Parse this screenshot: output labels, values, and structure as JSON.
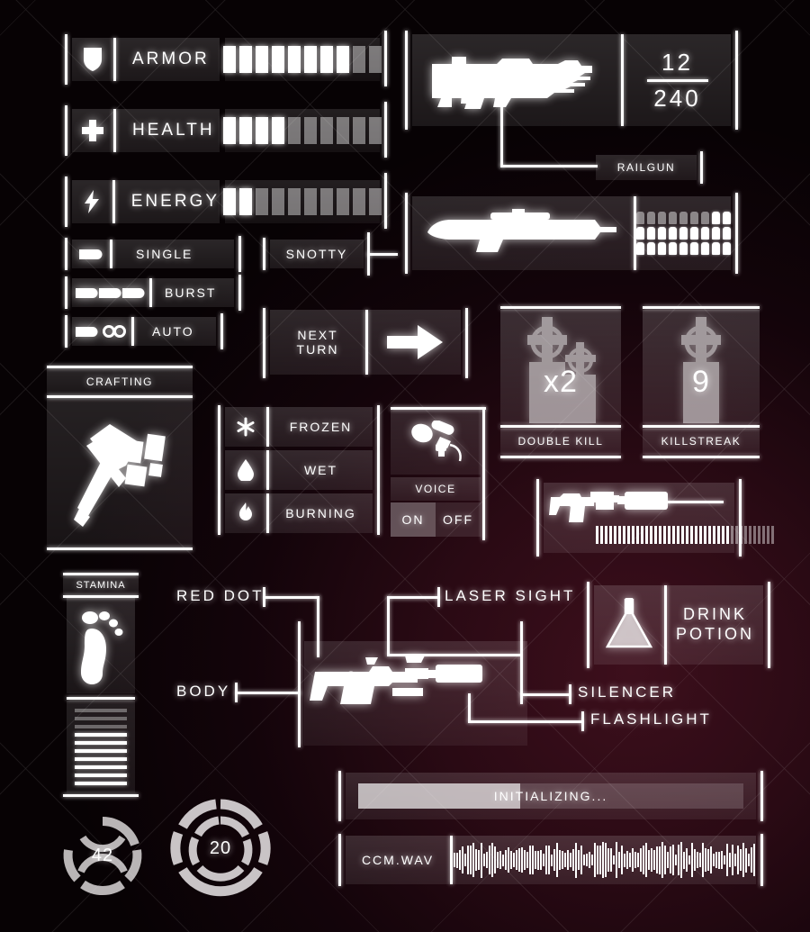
{
  "theme": {
    "accent": "#ffffff",
    "bg_dark": "#050204",
    "bg_maroon": "#3d0f1c",
    "panel_fill": "rgba(255,255,255,0.13)"
  },
  "stats": [
    {
      "label": "ARMOR",
      "icon": "shield-icon",
      "segments": 10,
      "filled": 8
    },
    {
      "label": "HEALTH",
      "icon": "cross-icon",
      "segments": 10,
      "filled": 4
    },
    {
      "label": "ENERGY",
      "icon": "lightning-icon",
      "segments": 10,
      "filled": 2
    }
  ],
  "fire_modes": [
    {
      "label": "SINGLE",
      "icon": "one-bullet-icon"
    },
    {
      "label": "BURST",
      "icon": "three-bullets-icon"
    },
    {
      "label": "AUTO",
      "icon": "infinity-bullet-icon"
    }
  ],
  "tag": {
    "label": "SNOTTY"
  },
  "weapons": {
    "railgun": {
      "name": "RAILGUN",
      "icon": "railgun-icon",
      "ammo_clip": "12",
      "ammo_reserve": "240"
    },
    "sniper": {
      "icon": "sniper-rifle-icon",
      "shells_total": 27,
      "shells_spent": 7
    },
    "smg": {
      "icon": "silenced-pistol-icon",
      "ammo_ticks": 40,
      "ammo_ticks_filled": 30
    }
  },
  "next_turn": {
    "label": "NEXT\nTURN",
    "line1": "NEXT",
    "line2": "TURN",
    "icon": "arrow-right-icon"
  },
  "crafting": {
    "title": "CRAFTING",
    "icon": "hammer-icon"
  },
  "status_effects": [
    {
      "label": "FROZEN",
      "icon": "snowflake-icon"
    },
    {
      "label": "WET",
      "icon": "water-drop-icon"
    },
    {
      "label": "BURNING",
      "icon": "flame-icon"
    }
  ],
  "voice": {
    "title": "VOICE",
    "icon": "microphone-icon",
    "on_label": "ON",
    "off_label": "OFF",
    "selected": "ON"
  },
  "kills": [
    {
      "title": "DOUBLE KILL",
      "value": "x2",
      "icon": "double-gravestone-icon"
    },
    {
      "title": "KILLSTREAK",
      "value": "9",
      "icon": "gravestone-icon"
    }
  ],
  "stamina": {
    "title": "STAMINA",
    "icon": "footprint-icon",
    "ticks": 10,
    "ticks_filled": 7
  },
  "gauges": [
    {
      "value": "42",
      "name": "gauge-left",
      "segments": 12,
      "filled": 7
    },
    {
      "value": "20",
      "name": "gauge-right",
      "segments": 12,
      "filled": 12
    }
  ],
  "attachments": {
    "weapon_icon": "pistol-attachments-icon",
    "labels": [
      {
        "id": "red-dot",
        "text": "RED DOT"
      },
      {
        "id": "laser-sight",
        "text": "LASER SIGHT"
      },
      {
        "id": "body",
        "text": "BODY"
      },
      {
        "id": "silencer",
        "text": "SILENCER"
      },
      {
        "id": "flashlight",
        "text": "FLASHLIGHT"
      }
    ]
  },
  "potion": {
    "label_line1": "DRINK",
    "label_line2": "POTION",
    "icon": "flask-icon"
  },
  "loading": {
    "status": "INITIALIZING...",
    "percent": 42
  },
  "audio": {
    "filename": "CCM.WAV",
    "icon": "waveform-icon"
  }
}
